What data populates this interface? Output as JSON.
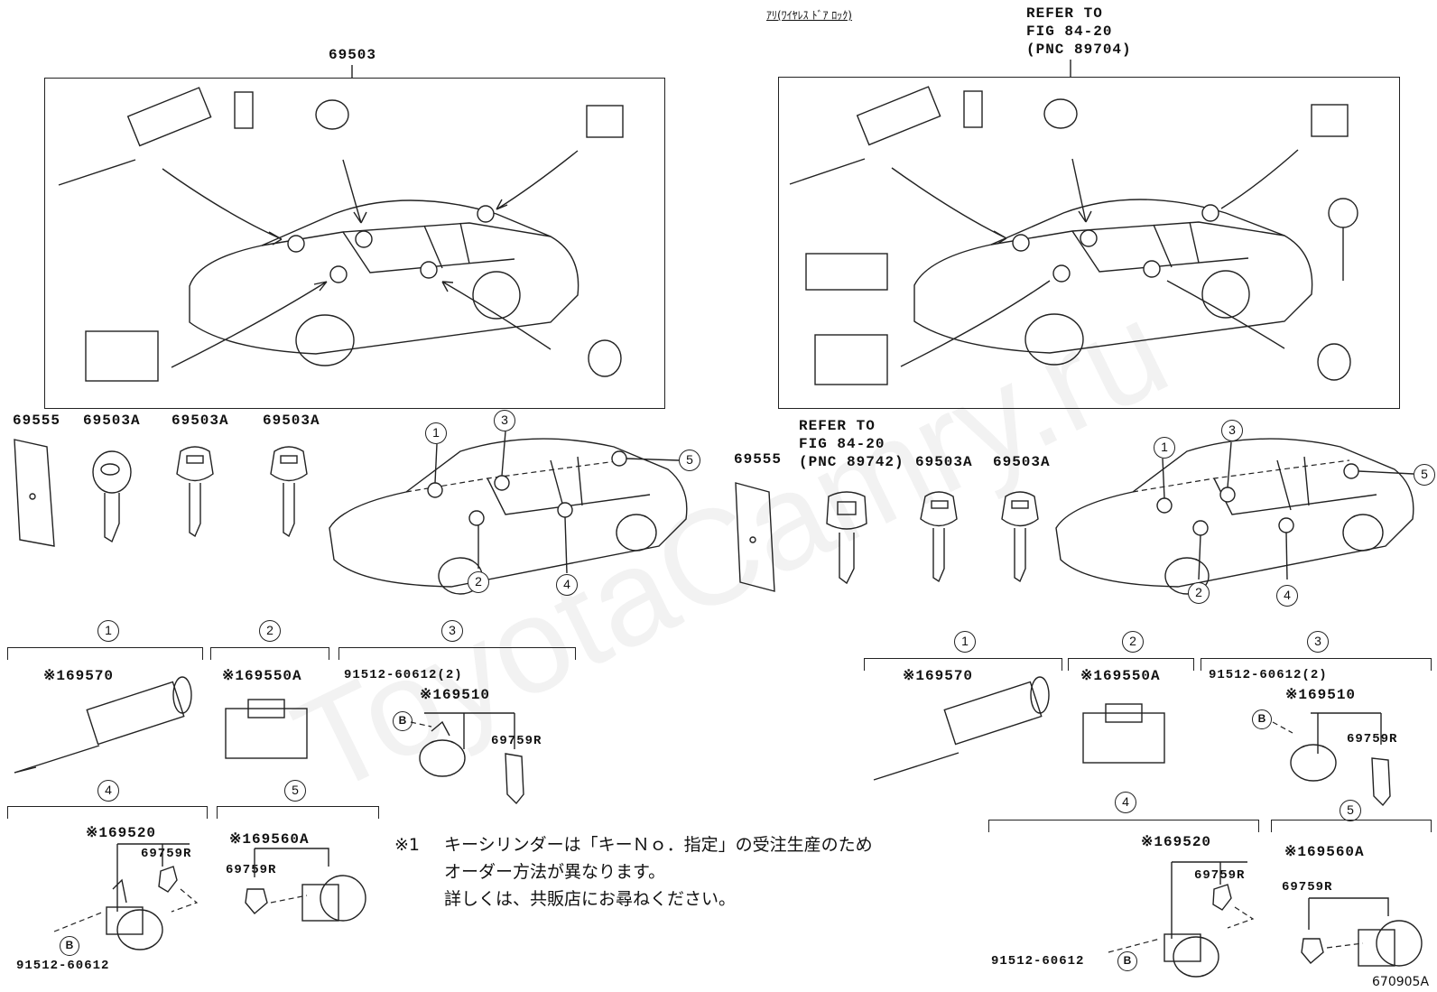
{
  "watermark": "ToyotaCamry.ru",
  "figure_code": "670905A",
  "left": {
    "top_label": "69503",
    "keys": {
      "label_1": "69555",
      "label_2": "69503A",
      "label_3": "69503A",
      "label_4": "69503A"
    },
    "items": {
      "c1": "1",
      "c2": "2",
      "c3": "3",
      "c4": "4",
      "c5": "5",
      "p1": "※169570",
      "p2": "※169550A",
      "p3_bolt": "91512-60612(2)",
      "p3_main": "※169510",
      "p3_lever": "69759R",
      "p4_main": "※169520",
      "p4_lever": "69759R",
      "p4_bolt": "91512-60612",
      "p5_main": "※169560A",
      "p5_lever": "69759R",
      "b": "B"
    }
  },
  "right": {
    "jp_header": "ｱﾘ(ﾜｲﾔﾚｽ ﾄﾞｱ ﾛｯｸ)",
    "refer_top": [
      "REFER TO",
      "FIG 84-20",
      "(PNC 89704)"
    ],
    "refer_mid": [
      "REFER TO",
      "FIG 84-20",
      "(PNC 89742)"
    ],
    "keys": {
      "label_1": "69555",
      "label_2": "69503A",
      "label_3": "69503A"
    },
    "items": {
      "c1": "1",
      "c2": "2",
      "c3": "3",
      "c4": "4",
      "c5": "5",
      "p1": "※169570",
      "p2": "※169550A",
      "p3_bolt": "91512-60612(2)",
      "p3_main": "※169510",
      "p3_lever": "69759R",
      "p4_main": "※169520",
      "p4_lever": "69759R",
      "p4_bolt": "91512-60612",
      "p5_main": "※169560A",
      "p5_lever": "69759R",
      "b": "B"
    }
  },
  "note": {
    "mark": "※1",
    "line1": "キーシリンダーは「キーＮｏ．指定」の受注生産のため",
    "line2": "オーダー方法が異なります。",
    "line3": "詳しくは、共販店にお尋ねください。"
  }
}
